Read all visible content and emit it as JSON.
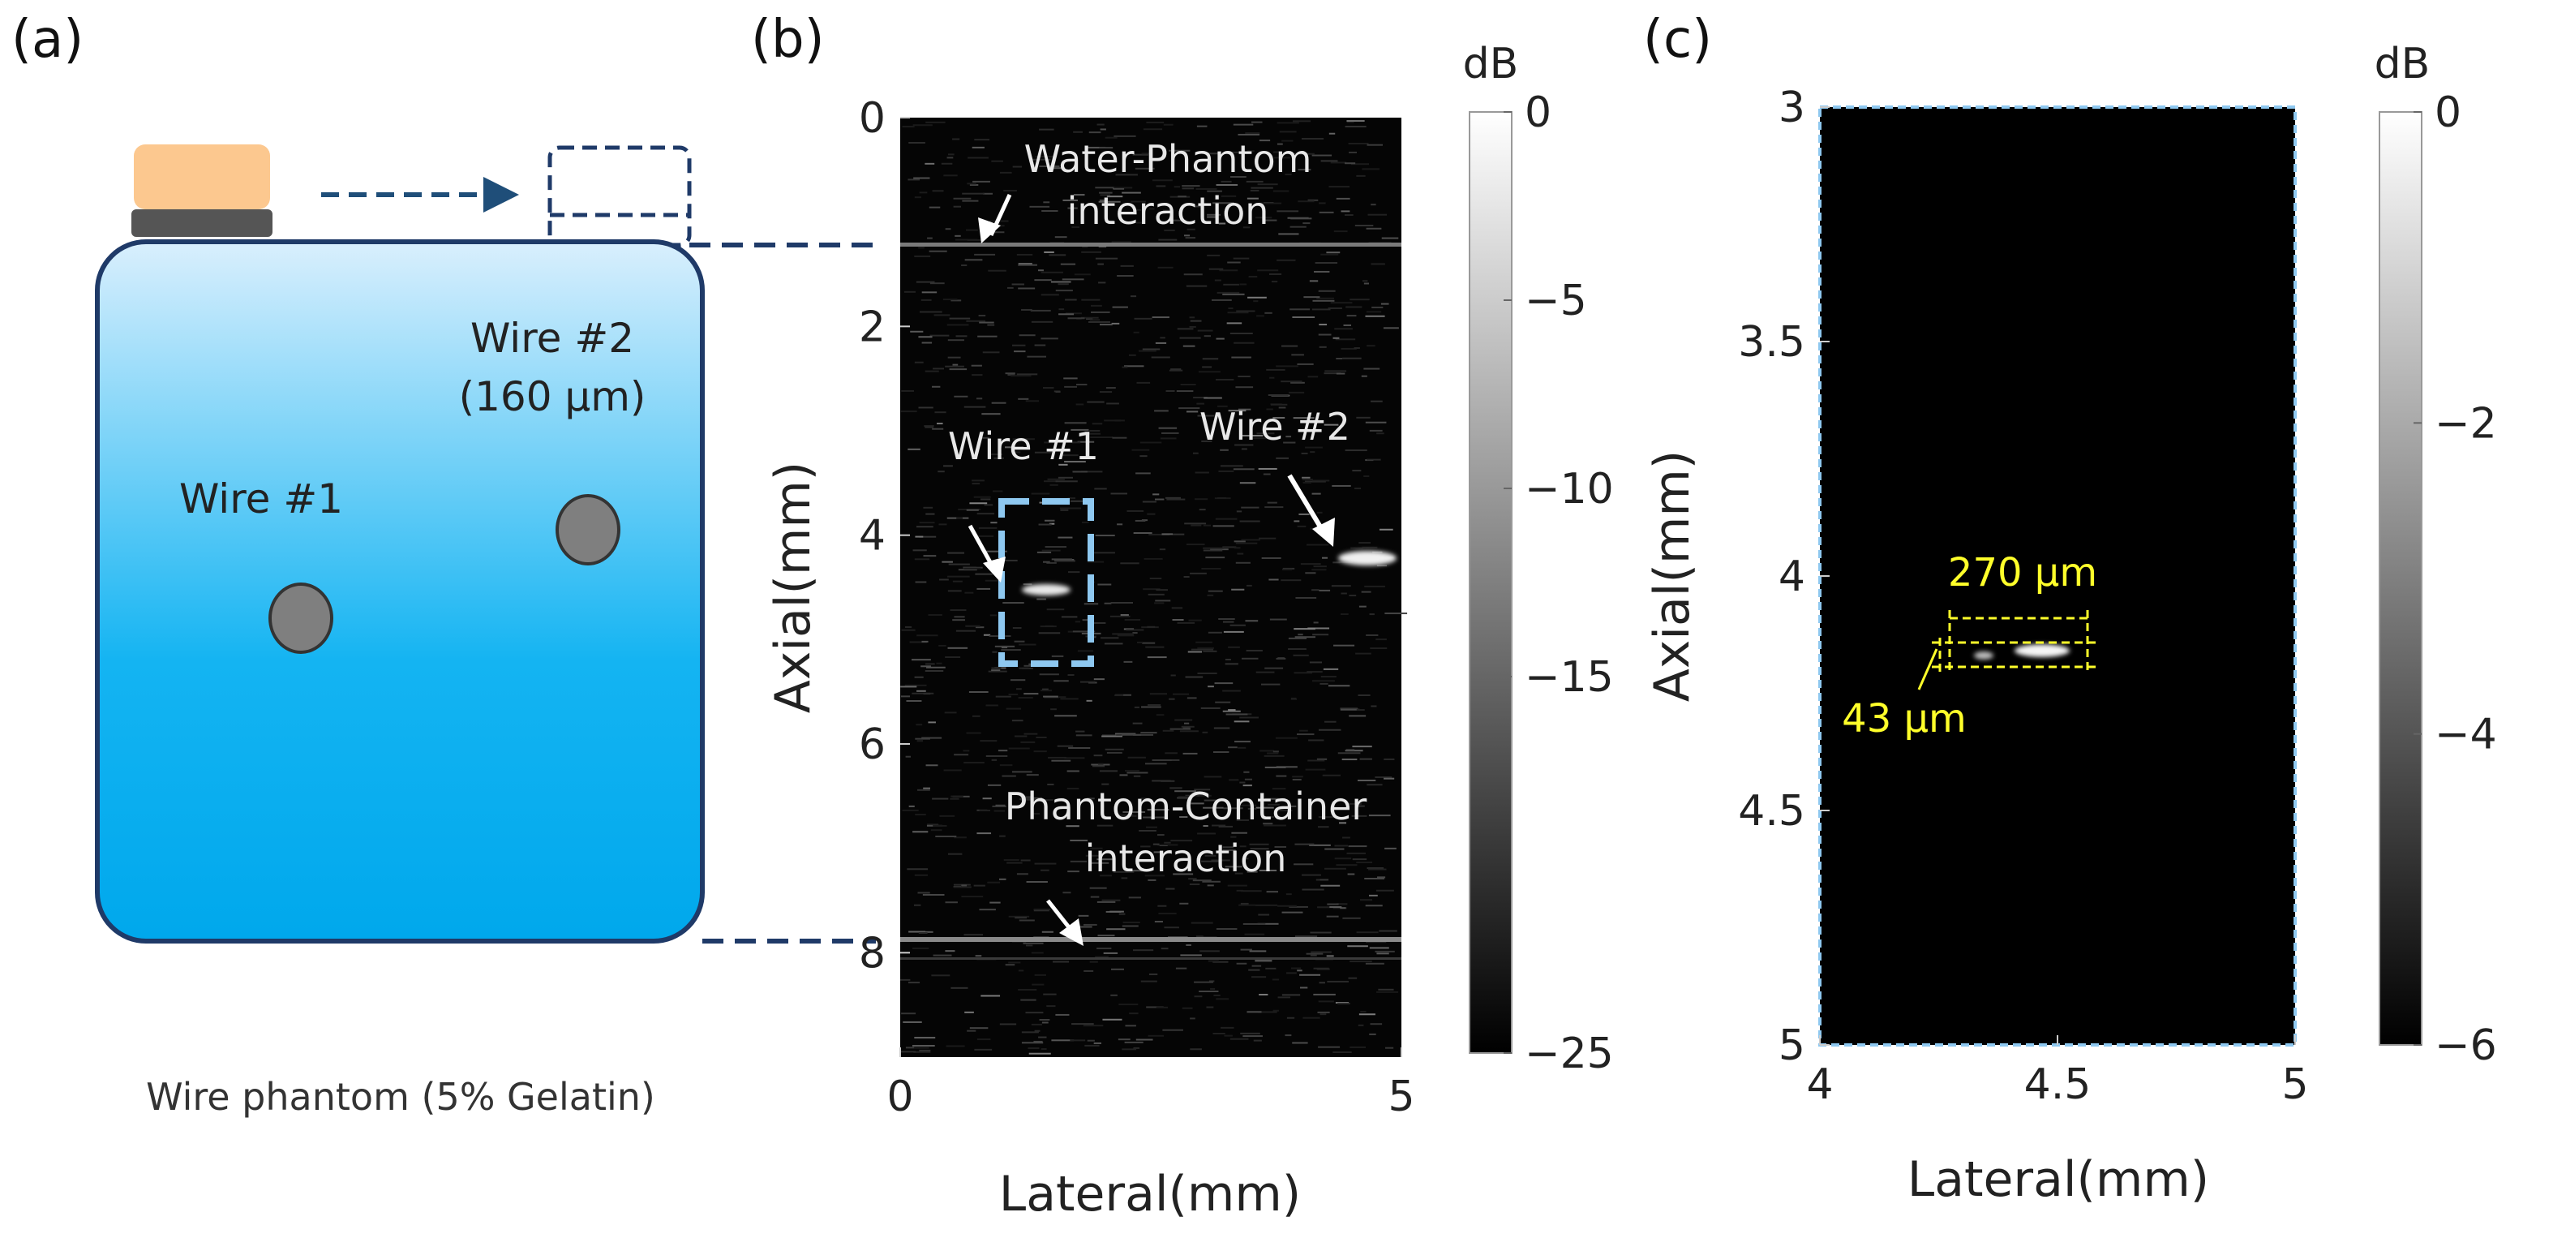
{
  "figure": {
    "panel_a": {
      "label": "(a)",
      "wire2_label": "Wire #2",
      "wire2_size": "(160 µm)",
      "wire1_label": "Wire #1",
      "caption": "Wire phantom (5% Gelatin)",
      "colors": {
        "transducer_pad": "#fcc88f",
        "transducer_base": "#555555",
        "phantom_top": "#d8eefc",
        "phantom_bottom": "#00adef",
        "phantom_border": "#1f3a68",
        "wire_fill": "#7f7f7f",
        "arrow": "#1f4e79"
      }
    },
    "panel_b": {
      "label": "(b)",
      "annotations": {
        "water_phantom_1": "Water-Phantom",
        "water_phantom_2": "interaction",
        "wire1": "Wire #1",
        "wire2": "Wire #2",
        "phantom_container_1": "Phantom-Container",
        "phantom_container_2": "interaction"
      },
      "colorbar": {
        "unit": "dB",
        "ticks": [
          "0",
          "−5",
          "−10",
          "−15",
          "−25"
        ]
      }
    },
    "panel_c": {
      "label": "(c)",
      "annotations": {
        "width": "270 µm",
        "height": "43 µm"
      },
      "colorbar": {
        "unit": "dB",
        "ticks": [
          "0",
          "−2",
          "−4",
          "−6"
        ]
      }
    }
  },
  "chart_data": [
    {
      "type": "heatmap",
      "panel": "(b)",
      "xlabel": "Lateral(mm)",
      "ylabel": "Axial(mm)",
      "xlim": [
        0,
        5
      ],
      "ylim": [
        9,
        0
      ],
      "xticks": [
        "0",
        "5"
      ],
      "yticks": [
        "0",
        "2",
        "4",
        "6",
        "8"
      ],
      "colorscale": "gray",
      "clim_db": [
        -25,
        0
      ],
      "features": [
        {
          "name": "Water-Phantom interaction",
          "axial_mm": 1.2
        },
        {
          "name": "Wire #1",
          "lateral_mm": 1.3,
          "axial_mm": 4.5
        },
        {
          "name": "Wire #2",
          "lateral_mm": 4.4,
          "axial_mm": 4.2
        },
        {
          "name": "Phantom-Container interaction",
          "axial_mm": 7.85
        }
      ]
    },
    {
      "type": "heatmap",
      "panel": "(c)",
      "xlabel": "Lateral(mm)",
      "ylabel": "Axial(mm)",
      "xlim": [
        4,
        5
      ],
      "ylim": [
        5,
        3
      ],
      "xticks": [
        "4",
        "4.5",
        "5"
      ],
      "yticks": [
        "3",
        "3.5",
        "4",
        "4.5",
        "5"
      ],
      "colorscale": "gray",
      "clim_db": [
        -6,
        0
      ],
      "features": [
        {
          "name": "wire reflection",
          "lateral_mm": [
            4.26,
            4.55
          ],
          "axial_mm": [
            4.09,
            4.13
          ]
        }
      ]
    }
  ]
}
